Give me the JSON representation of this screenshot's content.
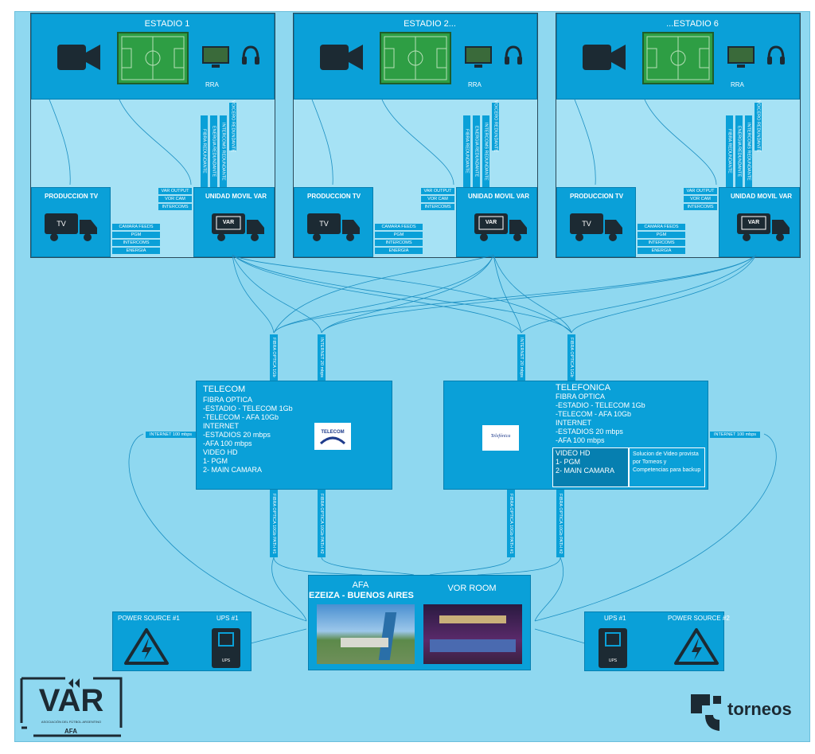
{
  "stadiums": [
    {
      "title": "ESTADIO 1"
    },
    {
      "title": "ESTADIO 2..."
    },
    {
      "title": "...ESTADIO 6"
    }
  ],
  "stadium_labels": {
    "rra": "RRA",
    "produccion_tv": "PRODUCCION TV",
    "unidad_movil_var": "UNIDAD MOVIL VAR",
    "tv_truck": "TV",
    "var_truck": "VAR",
    "links_top": [
      "VAR OUTPUT",
      "VOR CAM",
      "INTERCOMS"
    ],
    "links_bottom": [
      "CAMARA FEEDS",
      "PGM",
      "INTERCOMS",
      "ENERGIA"
    ],
    "vertical_links": [
      "FIBRA REDUNDANTE",
      "ENERGIA REDUNDANTE",
      "INTERCOMS REDUNDANTE",
      "VOICERO REDUNDANTE"
    ]
  },
  "uplinks": {
    "fibra_1gb": "FIBRA OPTICA 1Gb",
    "internet_20": "INTERNET 20 mbps",
    "internet_100": "INTERNET 100 mbps",
    "fibra_path1": "FIBRA OPTICA 10Gb PATH #1",
    "fibra_path2": "FIBRA OPTICA 10Gb PATH #2"
  },
  "telecom": {
    "title": "TELECOM",
    "logo": "TELECOM",
    "lines": [
      "FIBRA OPTICA",
      "-ESTADIO - TELECOM 1Gb",
      "-TELECOM - AFA 10Gb",
      "INTERNET",
      "-ESTADIOS 20  mbps",
      "-AFA 100 mbps",
      "VIDEO HD",
      "1- PGM",
      "2- MAIN CAMARA"
    ]
  },
  "telefonica": {
    "title": "TELEFONICA",
    "logo": "Telefónica",
    "lines": [
      "FIBRA OPTICA",
      "-ESTADIO - TELECOM 1Gb",
      "-TELECOM - AFA 10Gb",
      "INTERNET",
      "-ESTADIOS 20  mbps",
      "-AFA 100 mbps"
    ],
    "video_lines": [
      "VIDEO HD",
      "1- PGM",
      "2- MAIN CAMARA"
    ],
    "note": "Solucion de Video provista por Torneos y Competencias para backup"
  },
  "afa": {
    "title1": "AFA",
    "title2": "EZEIZA - BUENOS AIRES",
    "vor_room": "VOR ROOM"
  },
  "power_left": {
    "source": "POWER SOURCE #1",
    "ups": "UPS #1",
    "ups_label": "UPS"
  },
  "power_right": {
    "source": "POWER SOURCE #2",
    "ups": "UPS #1",
    "ups_label": "UPS"
  },
  "logos": {
    "var_text": "VAR",
    "var_sub": "ASOCIACIÓN DEL FÚTBOL ARGENTINO",
    "afa_mark": "AFA",
    "torneos": "torneos"
  },
  "colors": {
    "panel": "#0aa0d8",
    "background": "#8fd8f0",
    "field": "#2e9e44",
    "dark": "#1c2a33"
  }
}
